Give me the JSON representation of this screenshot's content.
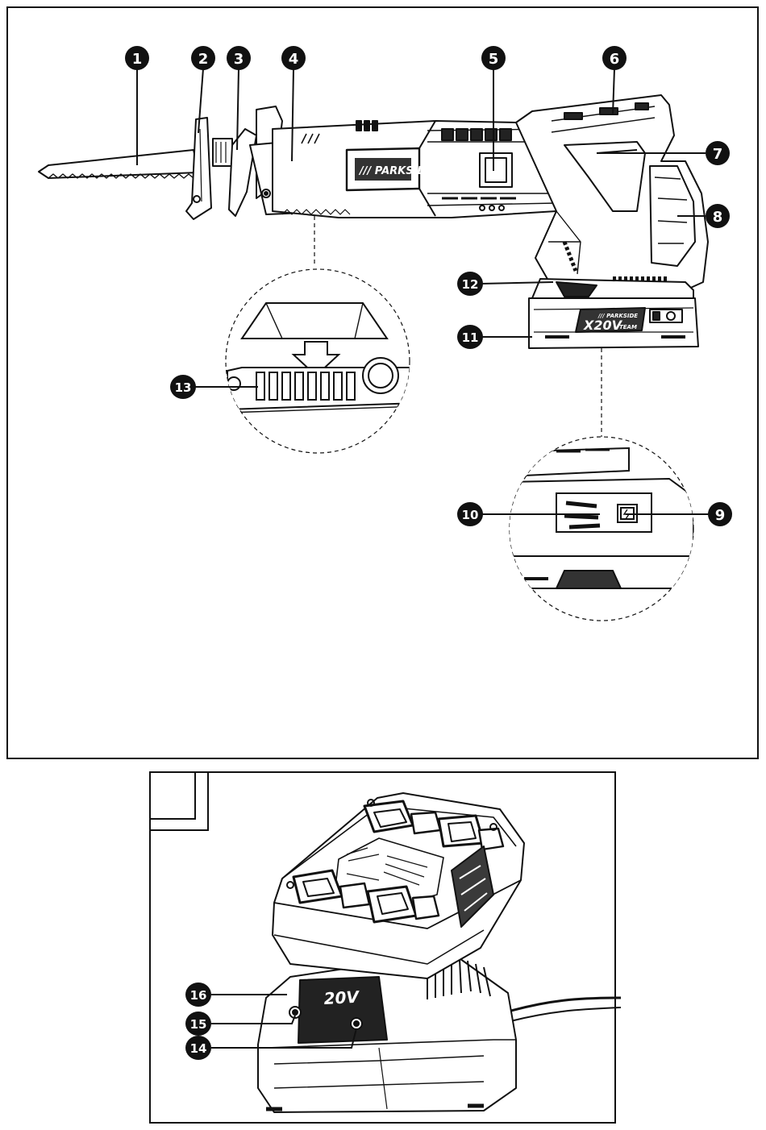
{
  "diagram": {
    "callouts": [
      {
        "n": "1",
        "part": "saw-blade"
      },
      {
        "n": "2",
        "part": "footplate"
      },
      {
        "n": "3",
        "part": "front-guard"
      },
      {
        "n": "4",
        "part": "blade-clamp-lever"
      },
      {
        "n": "5",
        "part": "motor-housing"
      },
      {
        "n": "6",
        "part": "handle-top"
      },
      {
        "n": "7",
        "part": "on-off-switch"
      },
      {
        "n": "8",
        "part": "handle-grip"
      },
      {
        "n": "9",
        "part": "charge-indicator-button"
      },
      {
        "n": "10",
        "part": "charge-level-leds"
      },
      {
        "n": "11",
        "part": "battery-pack"
      },
      {
        "n": "12",
        "part": "battery-release-button"
      },
      {
        "n": "13",
        "part": "ventilation-slots"
      },
      {
        "n": "14",
        "part": "charger-led-green"
      },
      {
        "n": "15",
        "part": "charger-led-red"
      },
      {
        "n": "16",
        "part": "charger"
      }
    ],
    "brand_text": "/// PARKSIDE",
    "battery_brand": "/// PARKSIDE",
    "battery_model": "X20V",
    "battery_team": "TEAM",
    "charger_label": "20V",
    "figure_box_label": ""
  },
  "colors": {
    "ink": "#111111",
    "paper": "#ffffff",
    "shade": "#3a3a3a",
    "mid": "#7a7a7a"
  }
}
